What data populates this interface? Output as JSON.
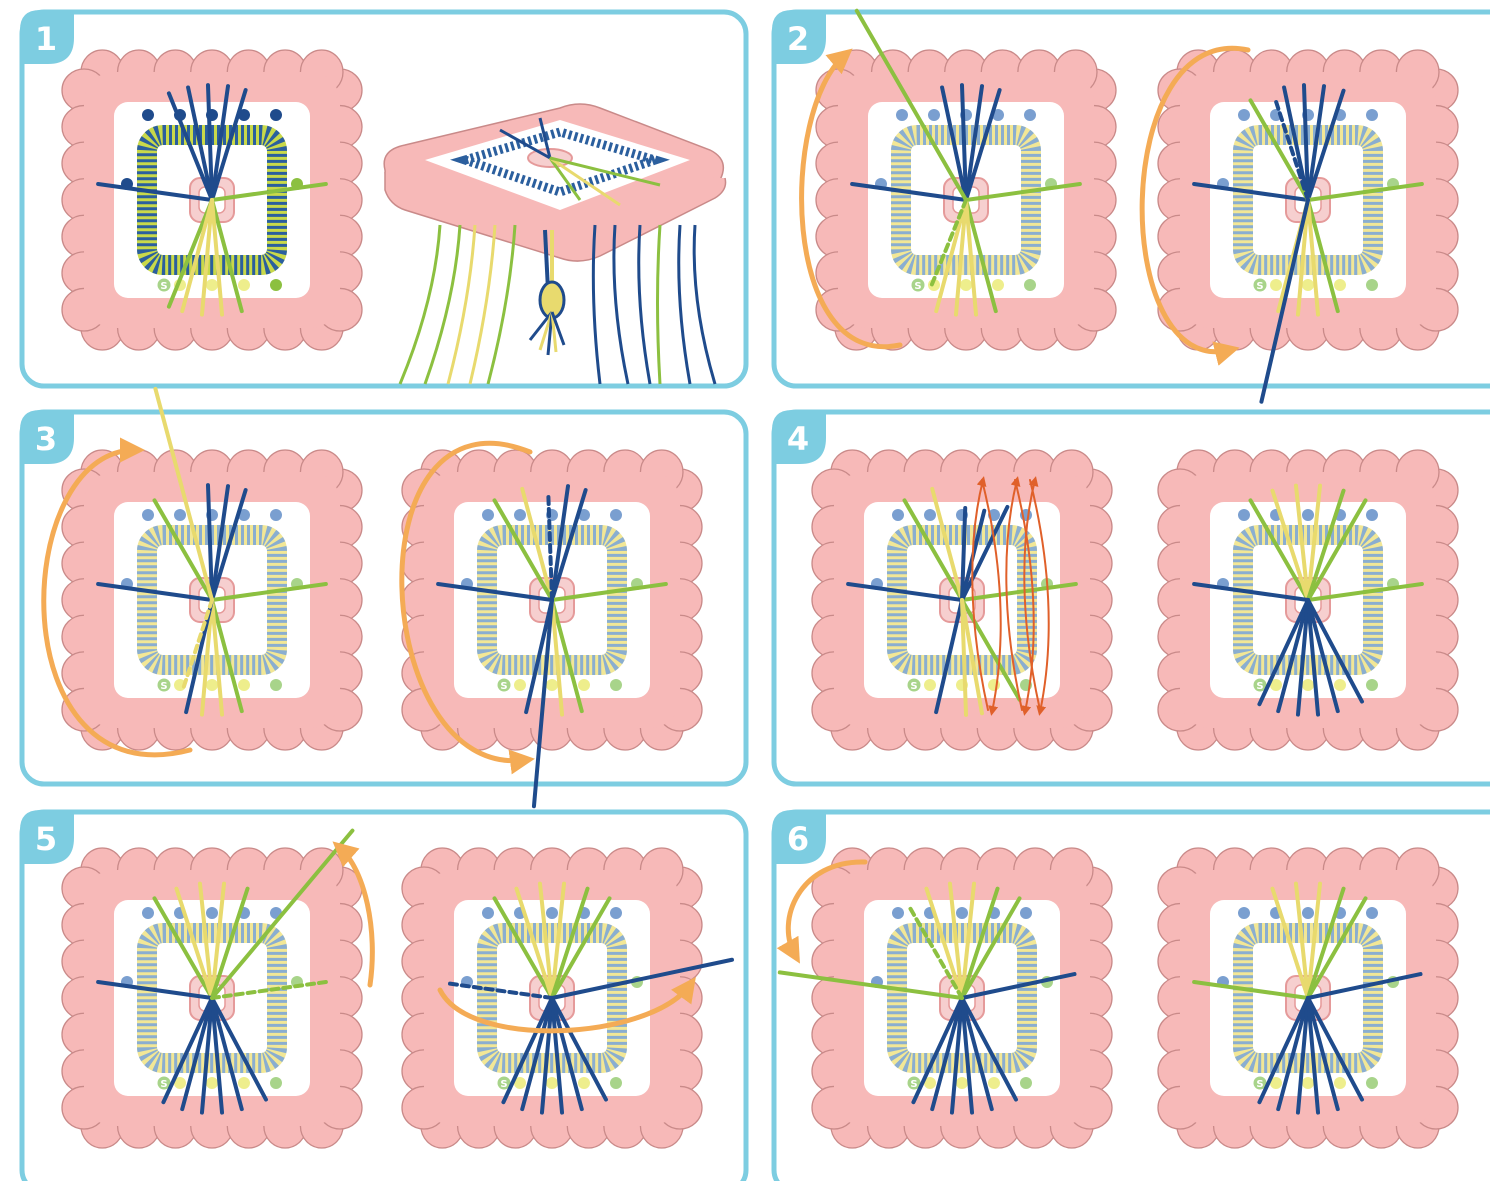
{
  "steps": [
    {
      "number": "1"
    },
    {
      "number": "2"
    },
    {
      "number": "3"
    },
    {
      "number": "4"
    },
    {
      "number": "5"
    },
    {
      "number": "6"
    }
  ],
  "loom": {
    "slot_letter": "S"
  },
  "colors": {
    "panel_border": "#7dcde1",
    "tab": "#7dcde1",
    "loom_pink": "#f7b9b8",
    "loom_outline": "#c98a89",
    "loom_face": "#ffffff",
    "frame_blue": "#8aaed0",
    "frame_yellow": "#f2e796",
    "dot_blue": "#7a9fd0",
    "dot_green": "#a8d48a",
    "dot_yellow": "#eeee8c",
    "cord_navy": "#1f4b8c",
    "cord_green": "#8cc040",
    "cord_yellow": "#e8da6e",
    "arrow_orange": "#f4ab55",
    "arrow_red": "#e0602a"
  }
}
